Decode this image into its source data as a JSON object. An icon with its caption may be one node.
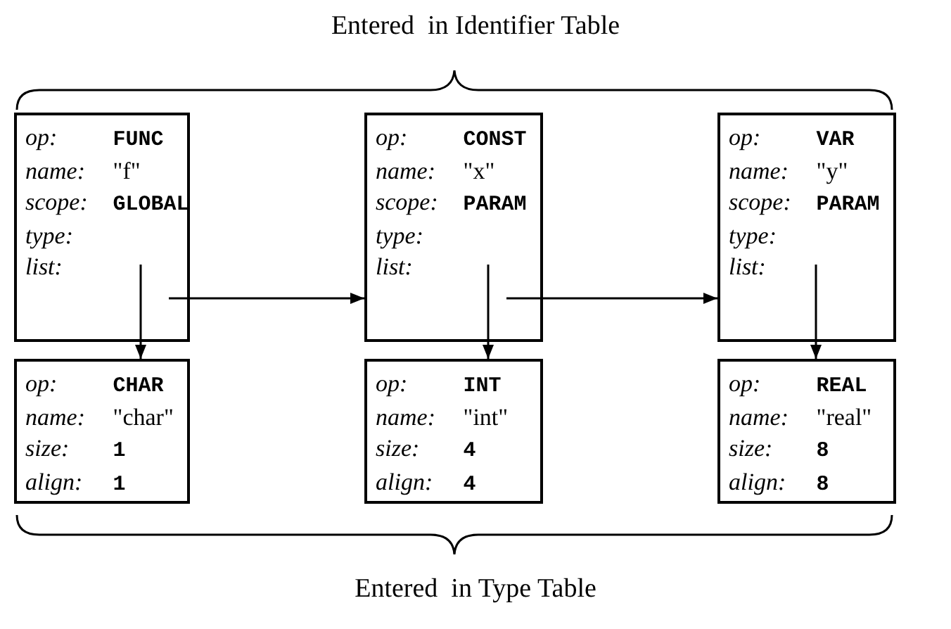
{
  "diagram": {
    "nodes": [
      {
        "text": [
          "*op:* **FUNC**",
          "*name:* \"f\"",
          "*scope:* **GLOBAL**",
          "*type:*",
          "*list:*"
        ]
      },
      {
        "text": [
          "*op:* **CONST**",
          "*name:* \"x\"",
          "*scope:* **PARAM**",
          "*type:*",
          "*list:*"
        ]
      },
      {
        "text": [
          "*op:* **VAR**",
          "*name:* \"y\"",
          "*scope:* **PARAM**",
          "*type:*",
          "*list:*"
        ]
      },
      {
        "text": [
          "*op:* **CHAR**",
          "*name:* \"char\"",
          "*size:* **1**",
          "*align:* **1**"
        ]
      },
      {
        "text": [
          "*op:* **INT**",
          "*name:* \"int\"",
          "*size:* **4**",
          "*align:* **4**"
        ]
      },
      {
        "text": [
          "*op:* **REAL**",
          "*name:* \"real\"",
          "*size:* **8**",
          "*align:* **8**"
        ]
      }
    ],
    "edges": [
      {
        "from": 0,
        "to": 3,
        "arrow": "to"
      },
      {
        "from": 0,
        "to": 1,
        "arrow": "to"
      },
      {
        "from": 1,
        "to": 4,
        "arrow": "to"
      },
      {
        "from": 1,
        "to": 2,
        "arrow": "to"
      },
      {
        "from": 2,
        "to": 5,
        "arrow": "to"
      }
    ],
    "labels": [
      "Entered  in Identifier Table",
      "Entered  in Type Table"
    ]
  }
}
